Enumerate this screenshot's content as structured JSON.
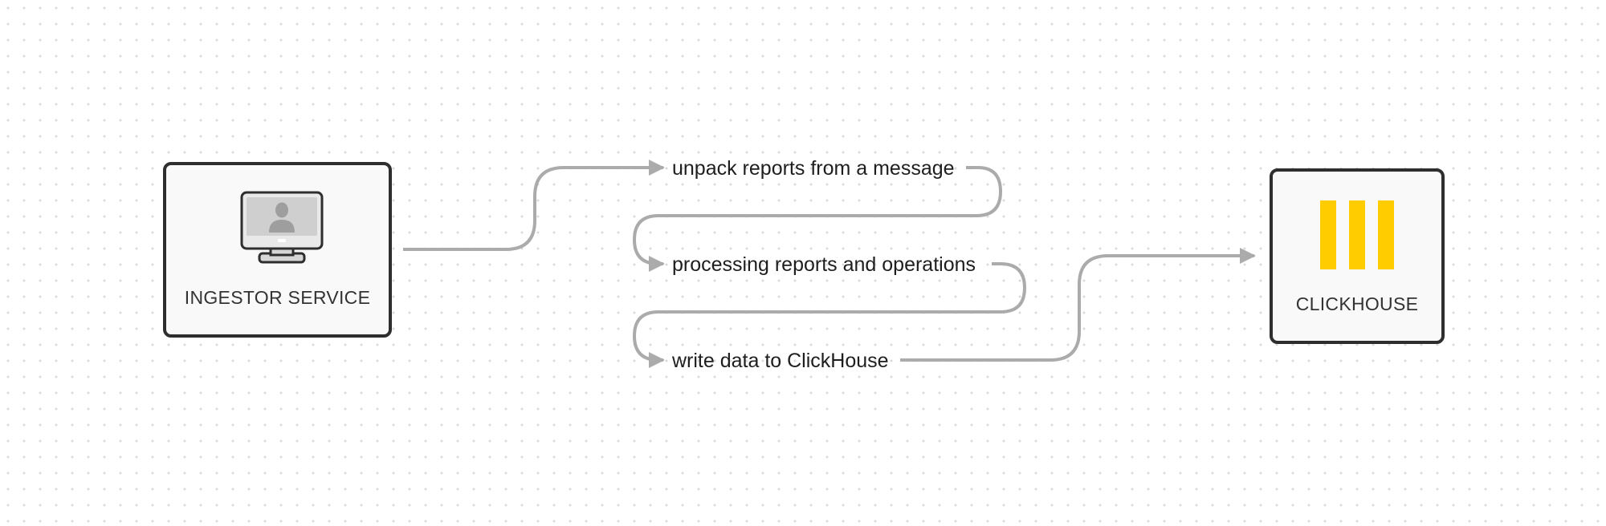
{
  "nodes": {
    "ingestor": {
      "label": "INGESTOR SERVICE",
      "icon": "monitor-user-icon"
    },
    "clickhouse": {
      "label": "CLICKHOUSE",
      "icon": "clickhouse-bars-icon",
      "accent_color": "#FFCC00"
    }
  },
  "steps": [
    {
      "label": "unpack reports from a message"
    },
    {
      "label": "processing reports and operations"
    },
    {
      "label": "write data to ClickHouse"
    }
  ],
  "colors": {
    "connector": "#ababab",
    "node_border": "#2e2e2e",
    "node_fill": "#f8f9f8",
    "icon_gray": "#9e9e9e"
  }
}
